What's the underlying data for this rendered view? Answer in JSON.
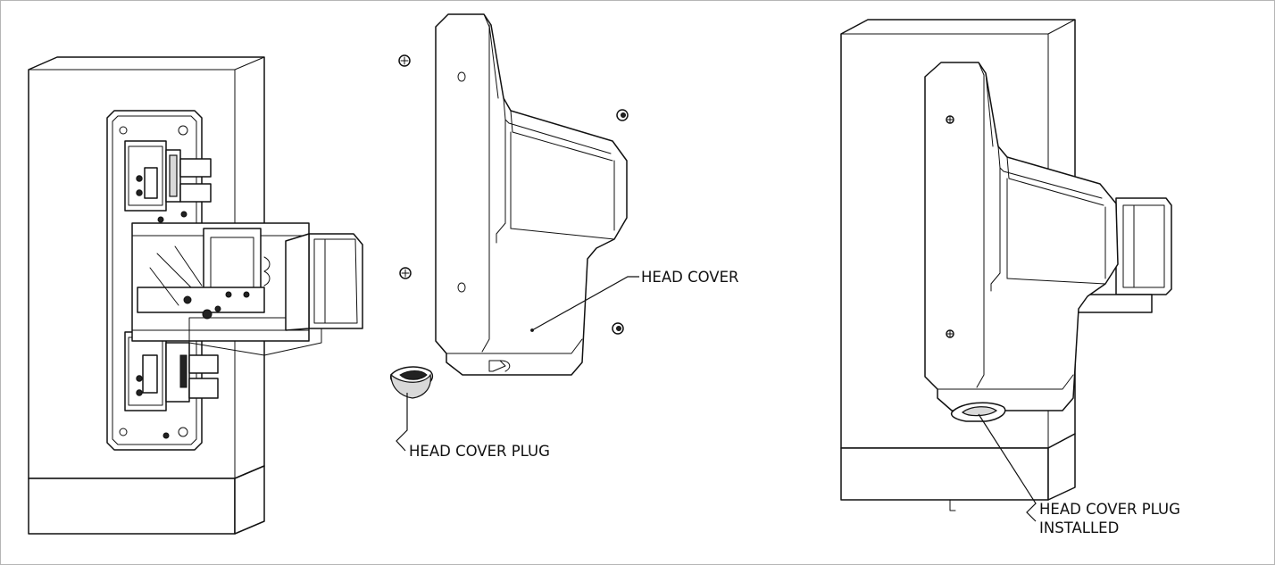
{
  "labels": {
    "head_cover": "HEAD COVER",
    "head_cover_plug": "HEAD COVER PLUG",
    "head_cover_plug_installed_line1": "HEAD COVER PLUG",
    "head_cover_plug_installed_line2": "INSTALLED"
  },
  "colors": {
    "line": "#111111",
    "frame_border": "#b5b5b5",
    "background": "#ffffff"
  }
}
